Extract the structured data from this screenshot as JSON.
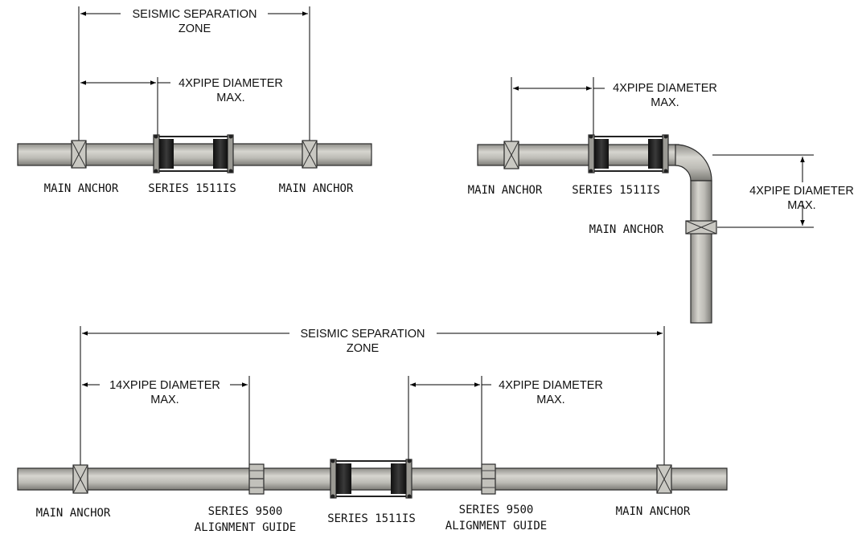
{
  "colors": {
    "pipe_light": "#d0cfc9",
    "pipe_mid": "#a9a8a2",
    "pipe_dark": "#7c7b76",
    "bellows": "#1c1c1c",
    "line": "#000000"
  },
  "diagram_top_left": {
    "seismic_zone": [
      "SEISMIC SEPARATION",
      "ZONE"
    ],
    "pipe_diameter_note": [
      "4XPIPE DIAMETER",
      "MAX."
    ],
    "labels": {
      "anchor_left": "MAIN ANCHOR",
      "joint": "SERIES 1511IS",
      "anchor_right": "MAIN ANCHOR"
    }
  },
  "diagram_top_right": {
    "pipe_diameter_note_horizontal": [
      "4XPIPE DIAMETER",
      "MAX."
    ],
    "pipe_diameter_note_vertical": [
      "4XPIPE DIAMETER",
      "MAX."
    ],
    "labels": {
      "anchor_left": "MAIN ANCHOR",
      "joint": "SERIES 1511IS",
      "anchor_vertical": "MAIN ANCHOR"
    }
  },
  "diagram_bottom": {
    "seismic_zone": [
      "SEISMIC SEPARATION",
      "ZONE"
    ],
    "pipe_diameter_note_left": [
      "14XPIPE DIAMETER",
      "MAX."
    ],
    "pipe_diameter_note_right": [
      "4XPIPE DIAMETER",
      "MAX."
    ],
    "labels": {
      "anchor_left": "MAIN ANCHOR",
      "guide_left": [
        "SERIES 9500",
        "ALIGNMENT GUIDE"
      ],
      "joint": "SERIES 1511IS",
      "guide_right": [
        "SERIES 9500",
        "ALIGNMENT GUIDE"
      ],
      "anchor_right": "MAIN ANCHOR"
    }
  }
}
